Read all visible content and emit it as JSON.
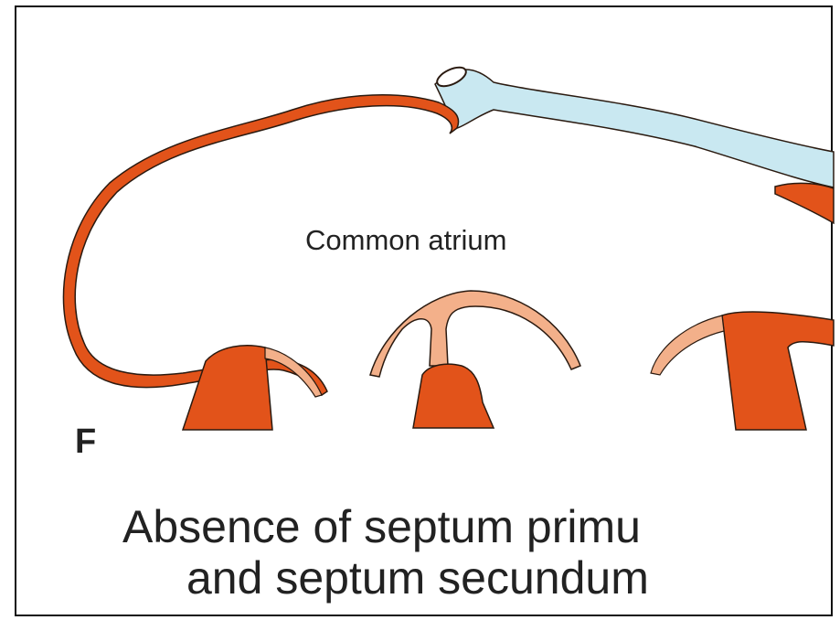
{
  "diagram": {
    "panel_letter": "F",
    "chamber_label": "Common atrium",
    "caption_line1": "Absence of septum primu",
    "caption_line2": "and septum secundum"
  },
  "colors": {
    "wall_orange": "#e2531a",
    "cushion_pale": "#f3b08a",
    "vein_blue": "#bfe3ee",
    "outline": "#2a1a10",
    "text": "#222222"
  }
}
